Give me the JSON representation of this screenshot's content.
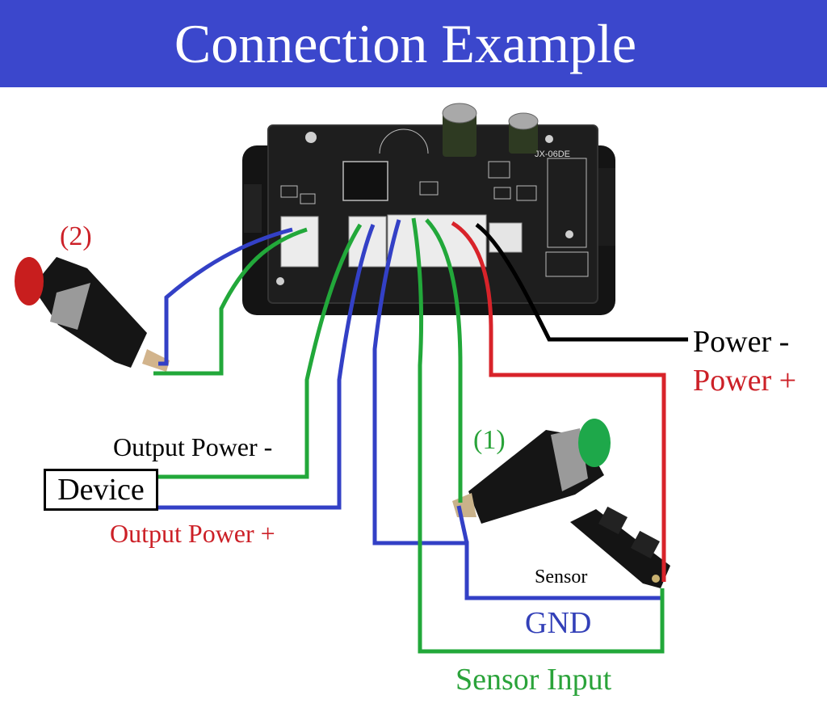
{
  "title": "Connection Example",
  "board_marking": "JX-06DE",
  "labels": {
    "power_minus": "Power -",
    "power_plus": "Power +",
    "output_power_minus": "Output Power -",
    "output_power_plus": "Output Power +",
    "device": "Device",
    "button_1": "(1)",
    "button_2": "(2)",
    "sensor": "Sensor",
    "gnd": "GND",
    "sensor_input": "Sensor Input"
  },
  "colors": {
    "banner": "#3b47cc",
    "wire_blue": "#3340c6",
    "wire_green": "#22a83a",
    "wire_red": "#d8232a",
    "wire_black": "#000000",
    "label_red": "#cc2027",
    "label_blue": "#3340b8",
    "label_green": "#2aa33a"
  }
}
